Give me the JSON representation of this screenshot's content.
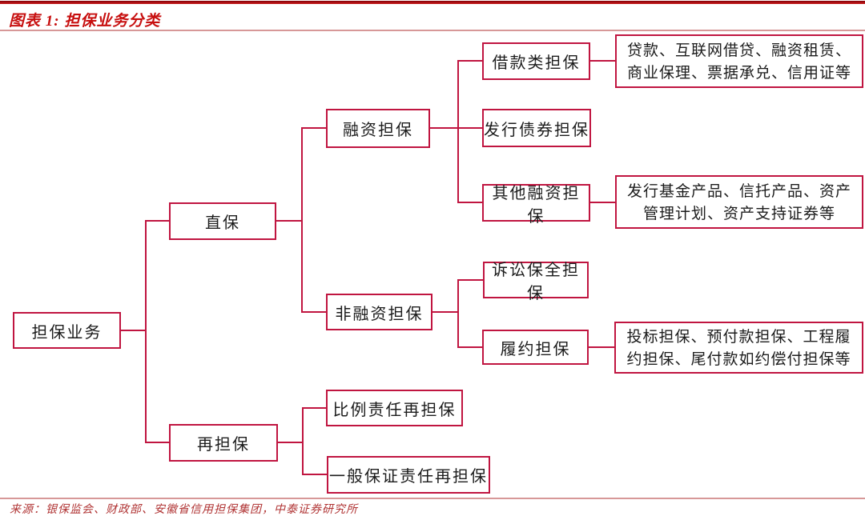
{
  "header": {
    "title": "图表 1:  担保业务分类"
  },
  "footer": {
    "source": "来源：银保监会、财政部、安徽省信用担保集团，中泰证券研究所"
  },
  "colors": {
    "accent": "#c01540",
    "title_red": "#c70f0f",
    "top_rule": "#9e0b10",
    "light_rule": "#d79898",
    "source_text": "#b03434",
    "node_text": "#1c1c1c"
  },
  "diagram": {
    "root": {
      "label": "担保业务"
    },
    "branches": [
      {
        "label": "直保",
        "children": [
          {
            "label": "融资担保",
            "children": [
              {
                "label": "借款类担保",
                "detail": "贷款、互联网借贷、融资租赁、商业保理、票据承兑、信用证等"
              },
              {
                "label": "发行债券担保"
              },
              {
                "label": "其他融资担保",
                "detail": "发行基金产品、信托产品、资产管理计划、资产支持证券等"
              }
            ]
          },
          {
            "label": "非融资担保",
            "children": [
              {
                "label": "诉讼保全担保"
              },
              {
                "label": "履约担保",
                "detail": "投标担保、预付款担保、工程履约担保、尾付款如约偿付担保等"
              }
            ]
          }
        ]
      },
      {
        "label": "再担保",
        "children": [
          {
            "label": "比例责任再担保"
          },
          {
            "label": "一般保证责任再担保"
          }
        ]
      }
    ]
  }
}
